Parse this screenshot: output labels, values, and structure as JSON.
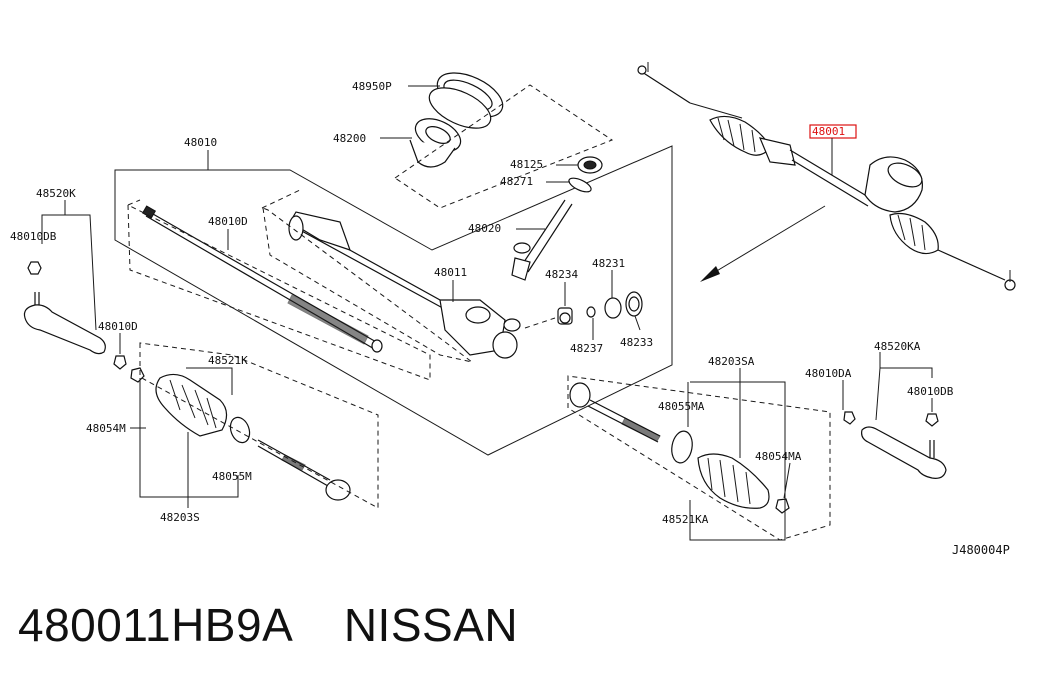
{
  "diagram": {
    "labels": {
      "p48950P": "48950P",
      "p48200": "48200",
      "p48010": "48010",
      "p48125": "48125",
      "p48271": "48271",
      "p48001": "48001",
      "p48520K": "48520K",
      "p48010DB_l": "48010DB",
      "p48010D_l": "48010D",
      "p48010D_r": "48010D",
      "p48020": "48020",
      "p48011": "48011",
      "p48234": "48234",
      "p48231": "48231",
      "p48237": "48237",
      "p48233": "48233",
      "p48521K": "48521K",
      "p48054M": "48054M",
      "p48055M": "48055M",
      "p48203S": "48203S",
      "p48203SA": "48203SA",
      "p48055MA": "48055MA",
      "p48054MA": "48054MA",
      "p48521KA": "48521KA",
      "p48010DA": "48010DA",
      "p48520KA": "48520KA",
      "p48010DB_r": "48010DB"
    },
    "highlight_color": "#dd1111",
    "figure_code": "J480004P"
  },
  "caption": "480011HB9A    NISSAN"
}
